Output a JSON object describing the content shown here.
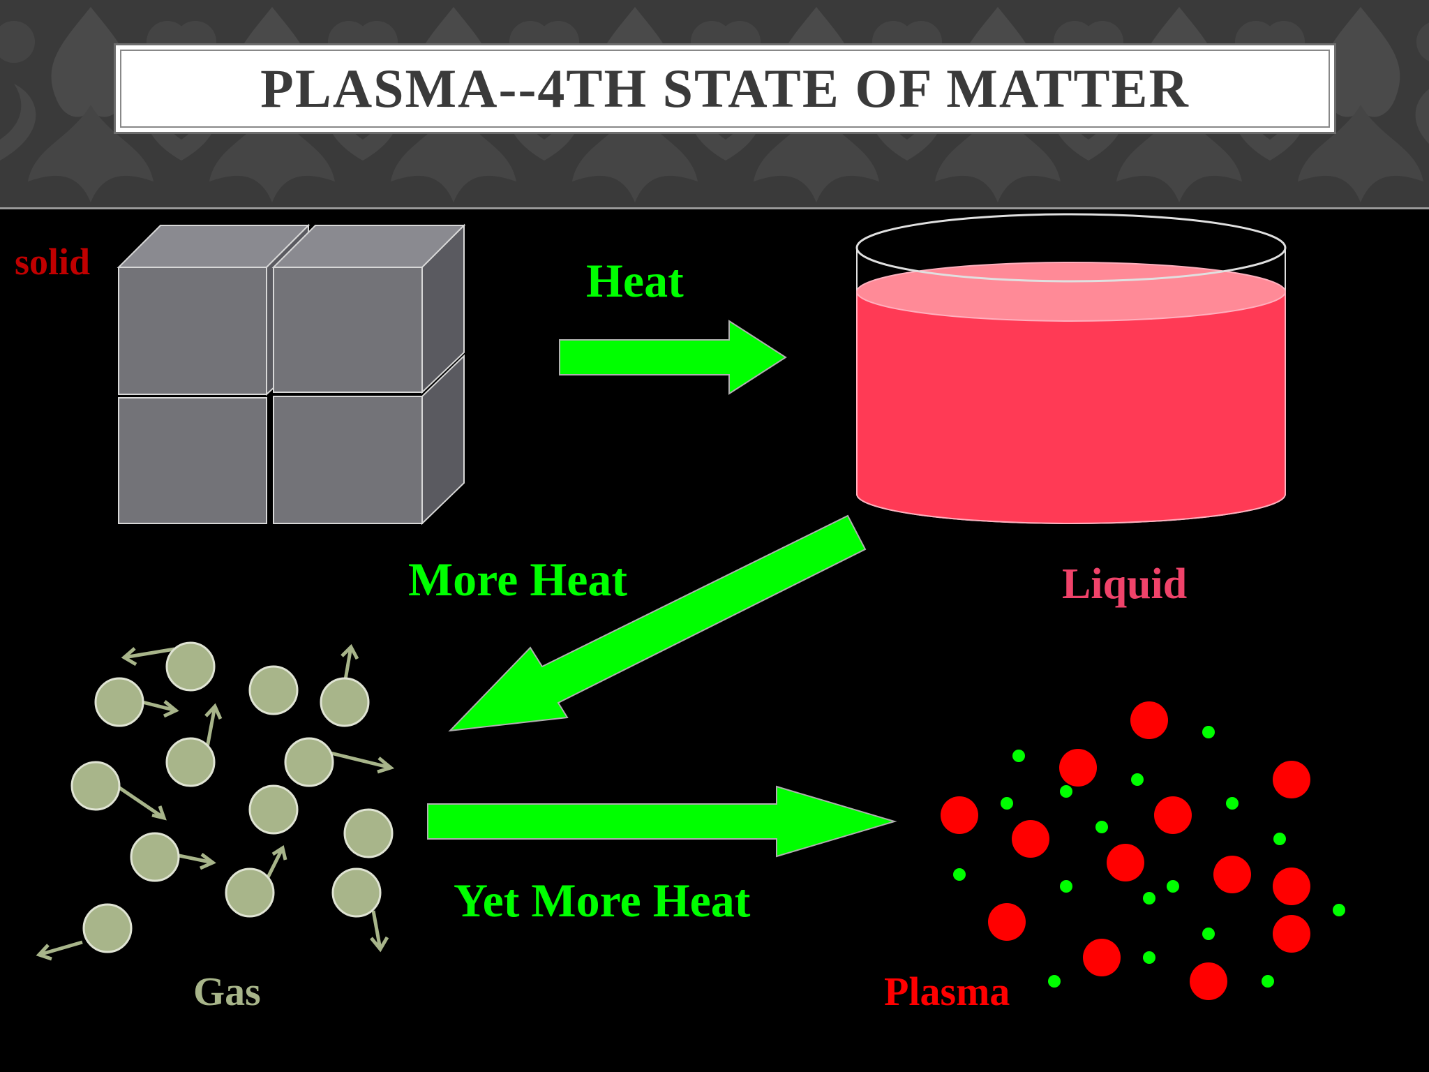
{
  "title": "PLASMA--4TH STATE OF MATTER",
  "labels": {
    "solid": "solid",
    "heat": "Heat",
    "liquid": "Liquid",
    "more_heat": "More Heat",
    "gas": "Gas",
    "yet_more_heat": "Yet More Heat",
    "plasma": "Plasma"
  },
  "colors": {
    "arrow": "#00ff00",
    "solid_label": "#c00000",
    "liquid": "#ff3a55",
    "liquid_label": "#f0436a",
    "gas_particle": "#a8b58a",
    "gas_label": "#a8b58a",
    "plasma_ion": "#ff0000",
    "plasma_electron": "#00ff00",
    "plasma_label": "#ff0000",
    "cube_face": "#737378",
    "background": "#000000"
  }
}
